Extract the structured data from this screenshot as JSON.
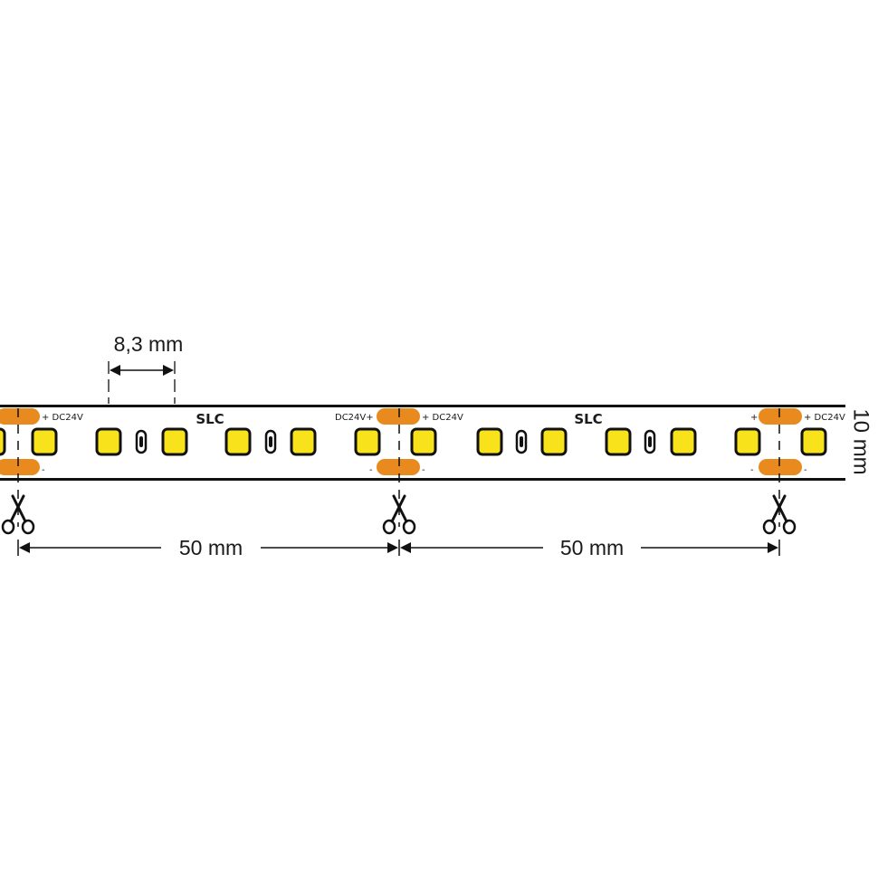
{
  "diagram": {
    "pitch_label": "8,3 mm",
    "width_label": "10 mm",
    "segment_labels": [
      "50 mm",
      "50 mm"
    ],
    "brand_labels": [
      "SLC",
      "SLC"
    ],
    "pad_labels": {
      "plus_dc": "+ DC24V",
      "dc_plus": "DC24V+",
      "plus": "+",
      "minus": "-"
    },
    "colors": {
      "strip_line": "#111111",
      "led_fill": "#f7e21b",
      "led_border": "#111111",
      "pad_fill": "#e98a1e",
      "dimension_line": "#111111"
    },
    "icons": {
      "cut_mark": "scissors-icon"
    }
  }
}
